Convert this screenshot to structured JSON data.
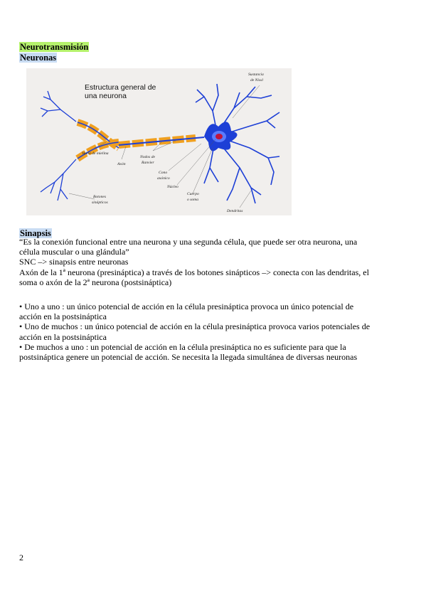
{
  "headings": {
    "title": "Neurotransmisión",
    "section1": "Neuronas",
    "section2": "Sinapsis"
  },
  "figure": {
    "title_line1": "Estructura general de",
    "title_line2": "una neurona",
    "labels": {
      "nissl_1": "Sustancia",
      "nissl_2": "de Nissl",
      "myelin": "Vaina de mielina",
      "axon": "Axón",
      "ranvier_1": "Nodos de",
      "ranvier_2": "Ranvier",
      "cone_1": "Cono",
      "cone_2": "axónico",
      "nucleus": "Núcleo",
      "soma_1": "Cuerpo",
      "soma_2": "o soma",
      "buttons_1": "Botones",
      "buttons_2": "sinápticos",
      "dendrites": "Dendritas"
    },
    "colors": {
      "cell": "#1d3fd6",
      "nucleus": "#c0143c",
      "myelin": "#f0a020",
      "background": "#f1efed"
    }
  },
  "sinapsis": {
    "def_line1": "“Es la conexión funcional entre una neurona y una segunda célula, que puede ser otra neurona, una",
    "def_line2": "célula muscular o una glándula”",
    "snc": "SNC –> sinapsis entre neuronas",
    "axon_line1": "Axón de la 1ª neurona (presináptica) a través de los botones sinápticos –> conecta con las dendritas, el",
    "axon_line2": "soma o axón de la 2ª neurona (postsináptica)"
  },
  "bullets": [
    {
      "line1": "• Uno a uno : un único potencial de acción en la célula presináptica provoca un único potencial de",
      "line2": "acción en la postsináptica"
    },
    {
      "line1": "• Uno de muchos : un único potencial de acción en la célula presináptica provoca varios potenciales de",
      "line2": "acción en la postsináptica"
    },
    {
      "line1": "• De muchos a uno : un potencial de acción en la célula presináptica no es suficiente para que la",
      "line2": "postsináptica genere un potencial de acción. Se necesita la llegada simultánea de diversas neuronas"
    }
  ],
  "page_number": "2"
}
